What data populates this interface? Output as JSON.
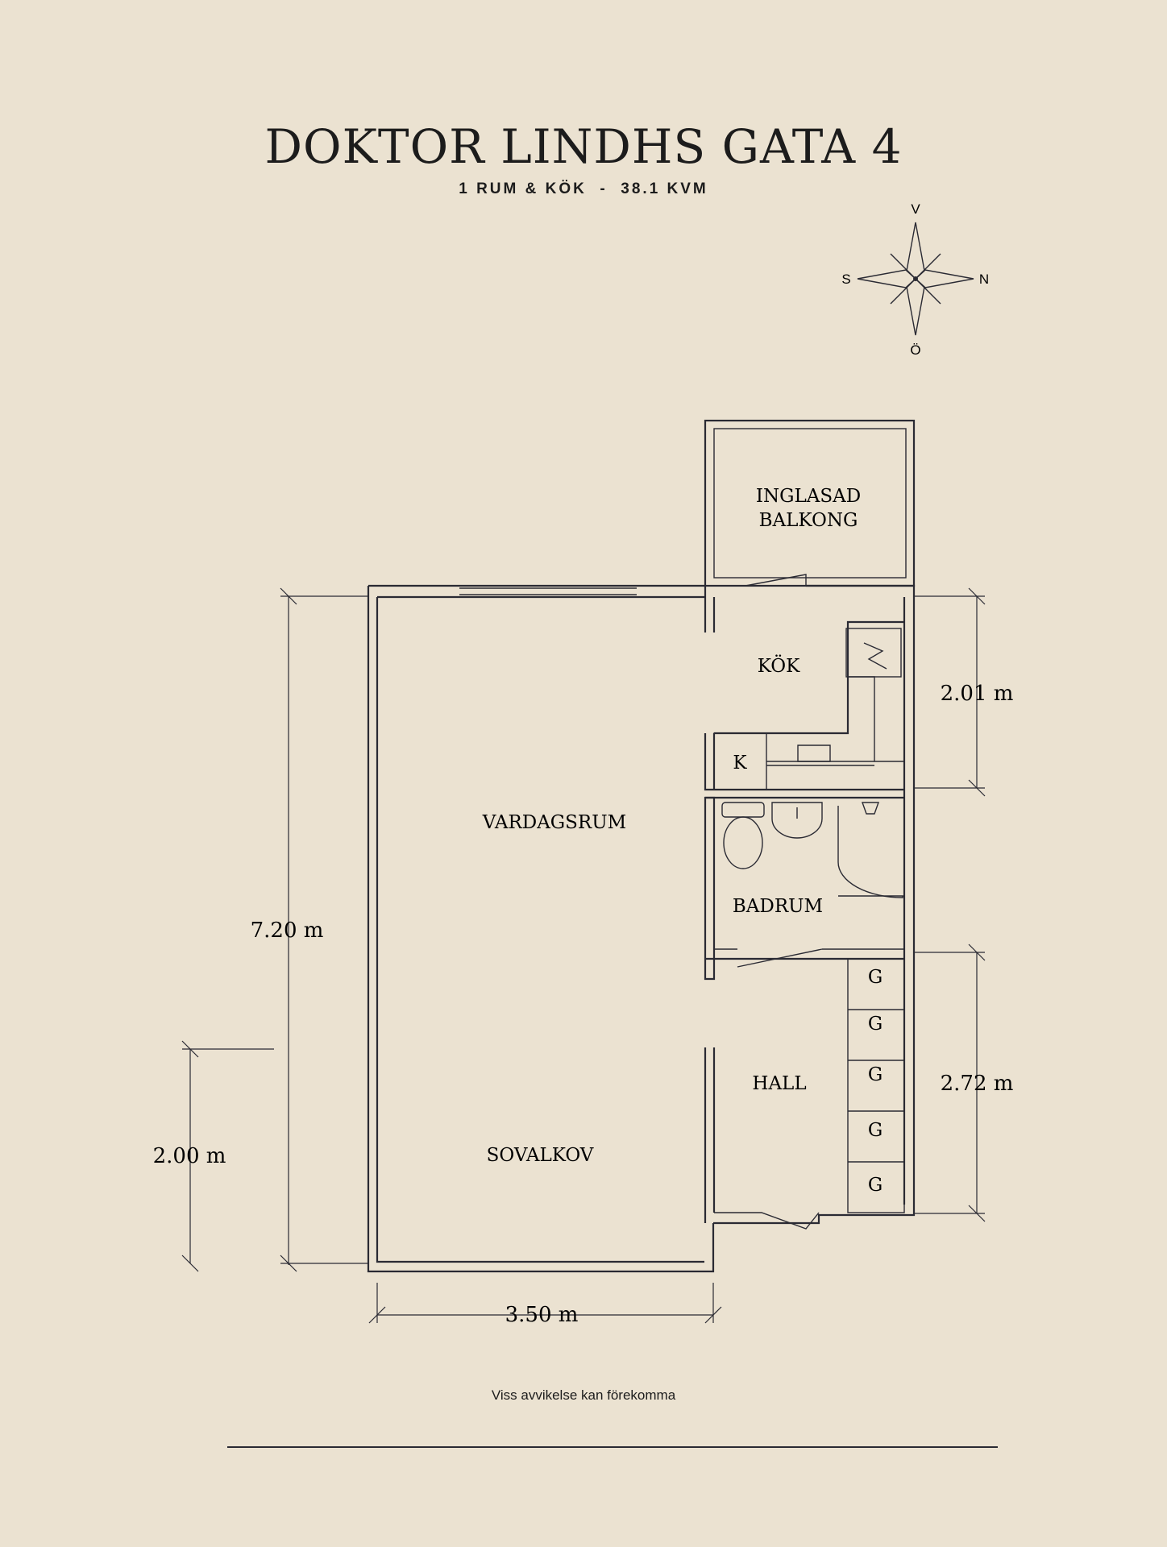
{
  "header": {
    "title": "DOKTOR LINDHS GATA 4",
    "subtitle": "1 RUM & KÖK  -  38.1 KVM"
  },
  "compass": {
    "top": "V",
    "left": "S",
    "right": "N",
    "bottom": "Ö"
  },
  "rooms": {
    "balcony_line1": "INGLASAD",
    "balcony_line2": "BALKONG",
    "kitchen": "KÖK",
    "fridge": "K",
    "living": "VARDAGSRUM",
    "bathroom": "BADRUM",
    "hall": "HALL",
    "alcove": "SOVALKOV",
    "wardrobe": [
      "G",
      "G",
      "G",
      "G",
      "G"
    ]
  },
  "dimensions": {
    "height_total": "7.20 m",
    "alcove": "2.00 m",
    "width": "3.50 m",
    "kitchen": "2.01 m",
    "hall": "2.72 m"
  },
  "footer": {
    "note": "Viss avvikelse kan förekomma"
  },
  "colors": {
    "background": "#ebe2d1",
    "ink": "#2a2a33"
  }
}
